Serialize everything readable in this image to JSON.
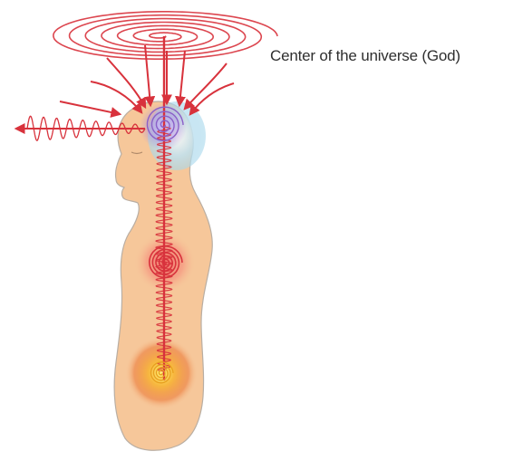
{
  "diagram": {
    "caption": "Center of the universe (God)",
    "colors": {
      "spiral": "#d8323c",
      "body_fill": "#f6c79a",
      "body_stroke": "#b9aea3",
      "head_glow": "#a8d8ec",
      "chakra_heart": "#e0303a",
      "chakra_base": "#f2a52a",
      "text": "#2f2f2f"
    },
    "elements": [
      "cosmic-spiral",
      "human-silhouette",
      "head-aura",
      "central-energy-channel",
      "heart-chakra",
      "base-chakra",
      "left-outgoing-spiral"
    ]
  }
}
